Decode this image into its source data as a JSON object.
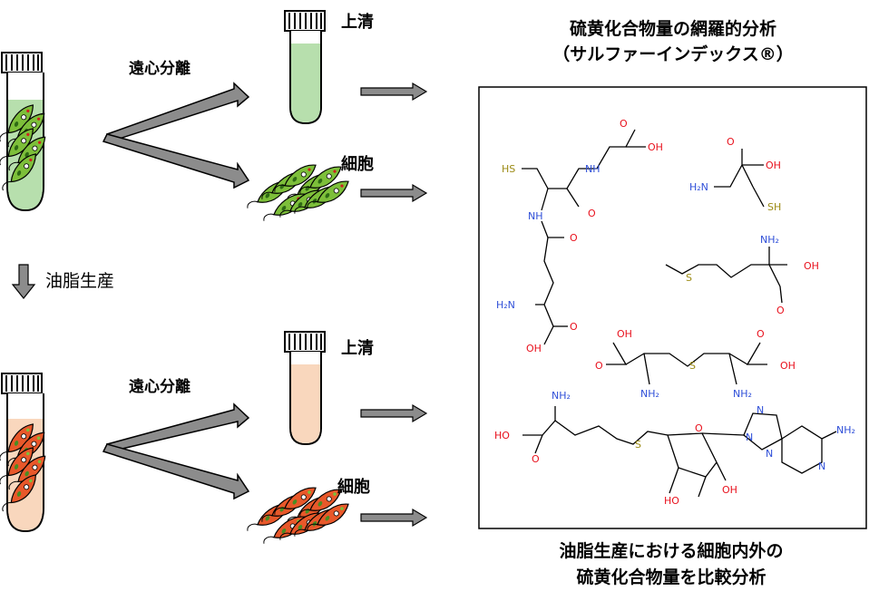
{
  "labels": {
    "centrifuge_top": "遠心分離",
    "centrifuge_bottom": "遠心分離",
    "supernatant_top": "上清",
    "supernatant_bottom": "上清",
    "cells_top": "細胞",
    "cells_bottom": "細胞",
    "oil_production": "油脂生産",
    "analysis_title_line1": "硫黄化合物量の網羅的分析",
    "analysis_title_line2": "（サルファーインデックス®）",
    "caption_line1": "油脂生産における細胞内外の",
    "caption_line2": "硫黄化合物量を比較分析"
  },
  "atoms": {
    "oh": "OH",
    "o": "O",
    "nh": "NH",
    "nh2": "NH₂",
    "h2n": "H₂N",
    "hs": "HS",
    "sh": "SH",
    "s": "S",
    "ho": "HO",
    "n": "N"
  },
  "colors": {
    "green_culture": "#b7dfad",
    "orange_culture": "#f9d7bd",
    "green_cell": "#7dbf3a",
    "orange_cell": "#e8582a",
    "arrow_gray": "#8c8c8c",
    "oxygen": "#e8101c",
    "nitrogen": "#2f4fd8",
    "sulfur": "#9b8a13"
  }
}
